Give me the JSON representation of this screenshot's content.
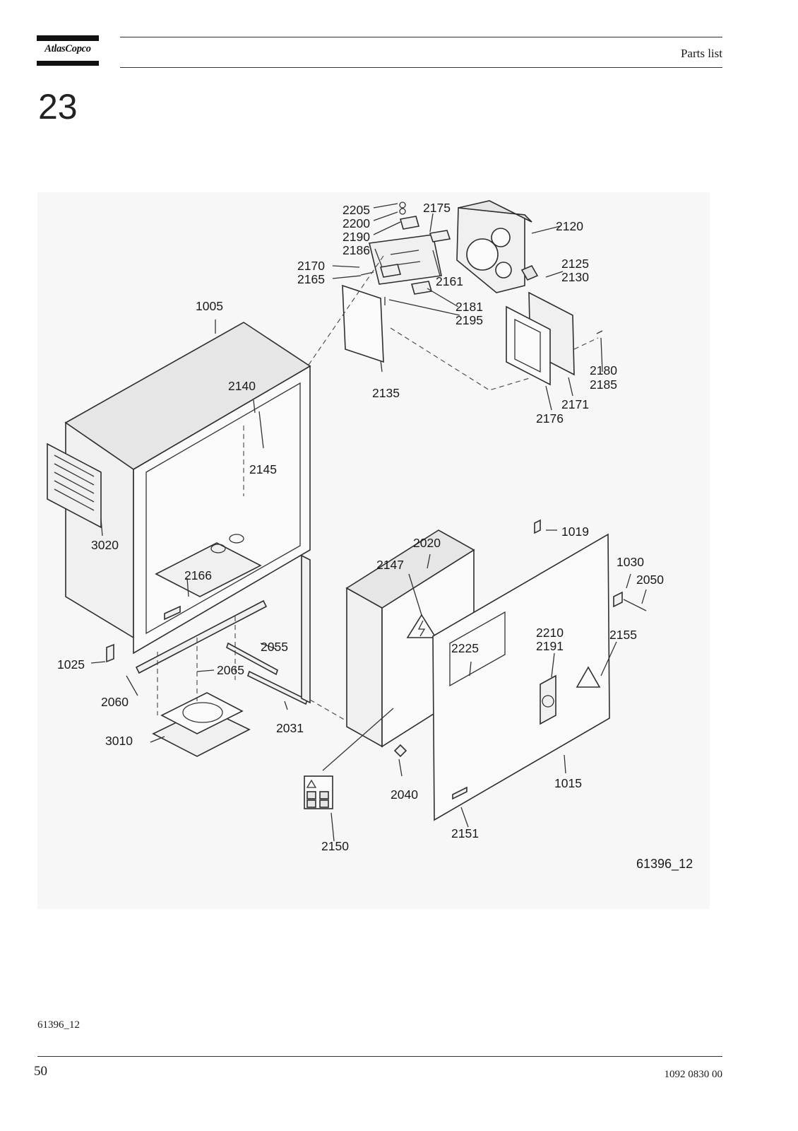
{
  "header": {
    "brand": "AtlasCopco",
    "title": "Parts list"
  },
  "section_number": "23",
  "drawing": {
    "drawing_ref": "61396_12",
    "labels": [
      "2205",
      "2200",
      "2190",
      "2186",
      "2175",
      "2120",
      "2170",
      "2165",
      "2161",
      "2125",
      "2130",
      "2181",
      "2195",
      "1005",
      "2180",
      "2185",
      "2135",
      "2140",
      "2171",
      "2176",
      "2145",
      "3020",
      "1019",
      "2020",
      "2147",
      "1030",
      "2050",
      "2166",
      "2210",
      "2191",
      "2155",
      "2225",
      "2055",
      "1025",
      "2065",
      "2060",
      "2031",
      "3010",
      "2040",
      "1015",
      "2150",
      "2151"
    ],
    "icons": [
      "warning-triangle-icon",
      "lightning-icon",
      "louvre-grille-icon",
      "lock-icon",
      "wing-nut-icon"
    ]
  },
  "footer": {
    "caption": "61396_12",
    "page_number": "50",
    "document_number": "1092 0830 00"
  }
}
